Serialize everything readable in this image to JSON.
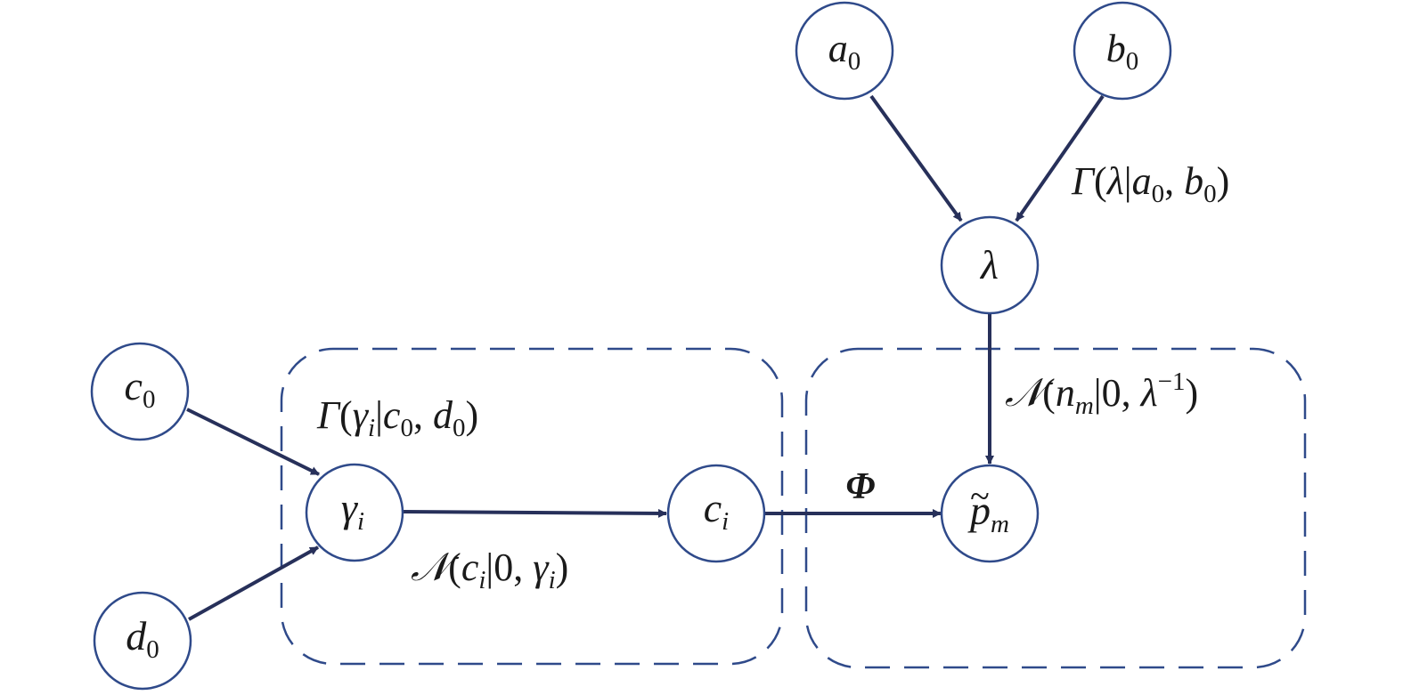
{
  "colors": {
    "node_stroke": "#2f4a8a",
    "edge": "#27305a",
    "plate_stroke": "#2f4a8a",
    "text": "#1a1a1a"
  },
  "nodes": {
    "a0": {
      "base": "a",
      "sub": "0"
    },
    "b0": {
      "base": "b",
      "sub": "0"
    },
    "lambda": {
      "base": "λ"
    },
    "c0": {
      "base": "c",
      "sub": "0"
    },
    "d0": {
      "base": "d",
      "sub": "0"
    },
    "gamma": {
      "base": "γ",
      "sub": "i"
    },
    "ci": {
      "base": "c",
      "sub": "i"
    },
    "pm": {
      "tilde": "~",
      "base": "p",
      "sub": "m"
    }
  },
  "labels": {
    "gamma_lambda": {
      "gamma": "Γ",
      "open": "(",
      "var": "λ",
      "bar": "|",
      "a": "a",
      "a_sub": "0",
      "sep": ", ",
      "b": "b",
      "b_sub": "0",
      "close": ")"
    },
    "gamma_gamma": {
      "gamma": "Γ",
      "open": "(",
      "var": "γ",
      "var_sub": "i",
      "bar": "|",
      "c": "c",
      "c_sub": "0",
      "sep": ", ",
      "d": "d",
      "d_sub": "0",
      "close": ")"
    },
    "normal_noise": {
      "N": "𝒩",
      "open": "(",
      "var": "n",
      "var_sub": "m",
      "bar": "|0, ",
      "lam": "λ",
      "sup": "−1",
      "close": ")"
    },
    "normal_coef": {
      "N": "𝒩",
      "open": "(",
      "var": "c",
      "var_sub": "i",
      "bar": "|0, ",
      "gam": "γ",
      "gam_sub": "i",
      "close": ")"
    },
    "phi": "Φ"
  }
}
